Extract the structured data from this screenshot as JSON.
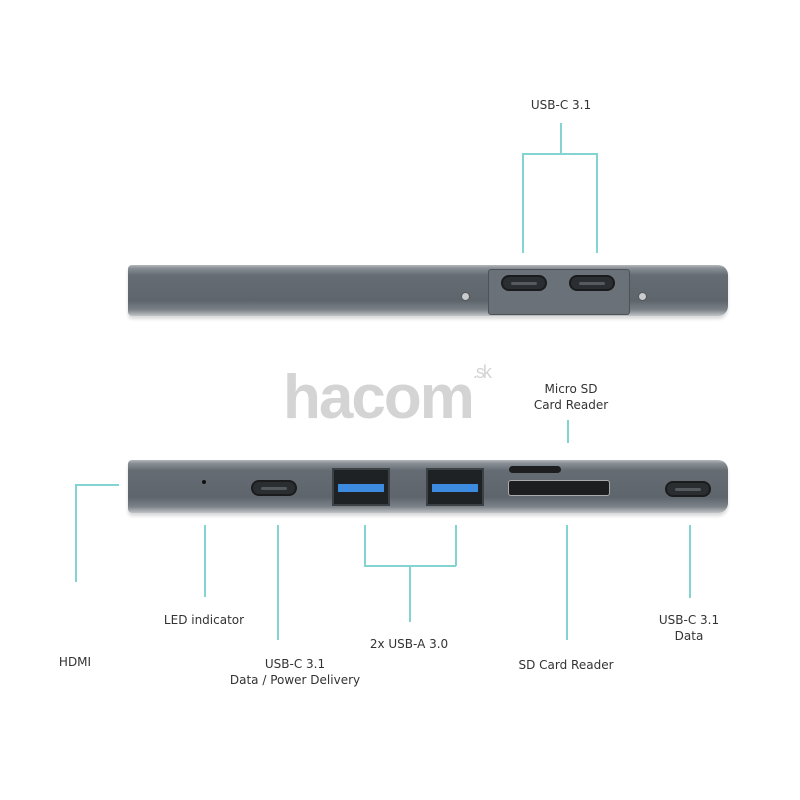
{
  "watermark": {
    "brand": "hacom",
    "suffix": ".sk"
  },
  "labels": {
    "top_usbc": "USB-C 3.1",
    "micro_sd": [
      "Micro SD",
      "Card Reader"
    ],
    "hdmi": "HDMI",
    "led": "LED indicator",
    "usbc_pd": [
      "USB-C 3.1",
      "Data / Power Delivery"
    ],
    "usba": "2x USB-A 3.0",
    "sd": "SD Card Reader",
    "usbc_data": [
      "USB-C 3.1",
      "Data"
    ]
  },
  "colors": {
    "leader_line": "#82d3d2",
    "device": "#5e656c",
    "usb_a_tongue": "#3d8be0"
  }
}
